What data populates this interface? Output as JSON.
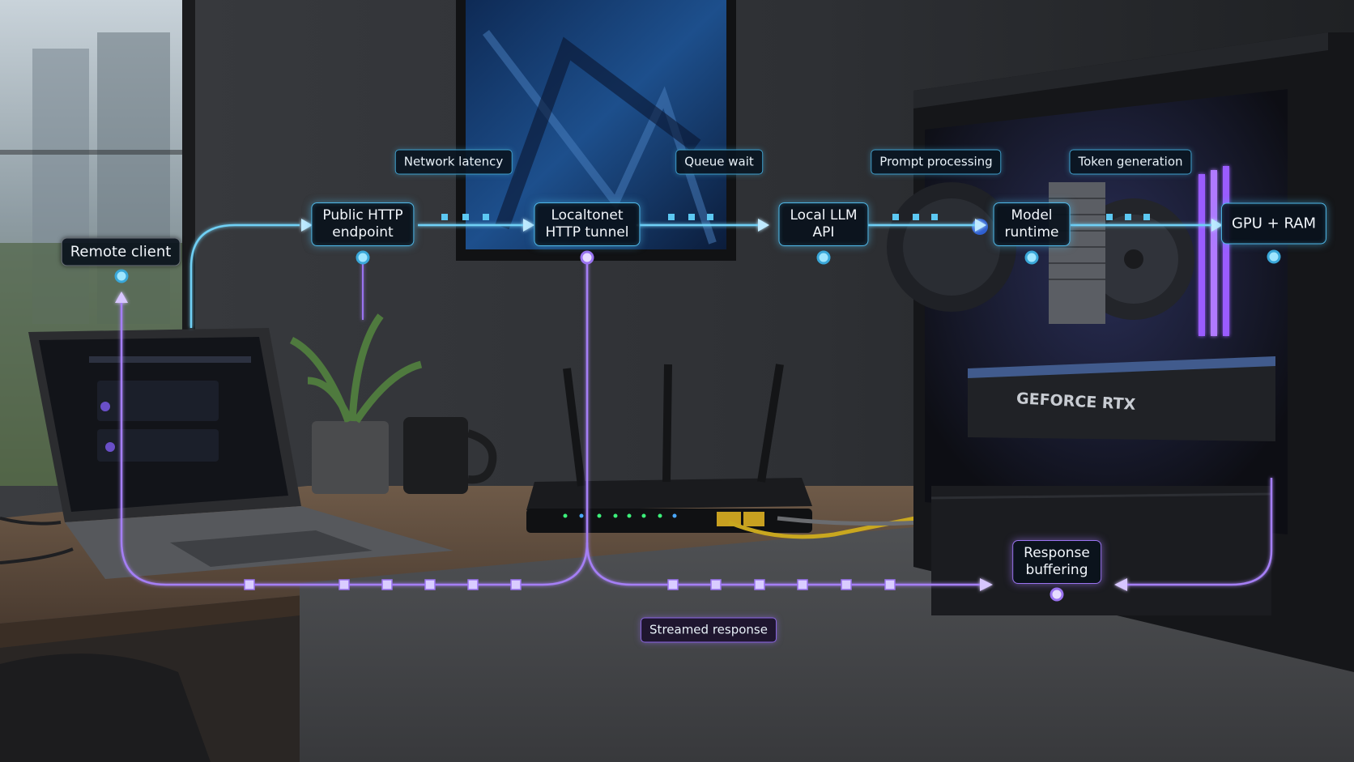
{
  "nodes": {
    "remote_client": "Remote client",
    "public_http_endpoint": [
      "Public HTTP",
      "endpoint"
    ],
    "localtonet_tunnel": [
      "Localtonet",
      "HTTP tunnel"
    ],
    "local_llm_api": [
      "Local LLM",
      "API"
    ],
    "model_runtime": [
      "Model",
      "runtime"
    ],
    "gpu_ram": "GPU + RAM",
    "response_buffering": [
      "Response",
      "buffering"
    ]
  },
  "stages": {
    "network_latency": "Network latency",
    "queue_wait": "Queue wait",
    "prompt_processing": "Prompt processing",
    "token_generation": "Token generation",
    "streamed_response": "Streamed response"
  },
  "scene": {
    "gpu_card_label": "GEFORCE RTX"
  },
  "colors": {
    "request_path": "#5cc8f2",
    "response_path": "#9a73f0",
    "node_border": "#4fb8e8"
  }
}
